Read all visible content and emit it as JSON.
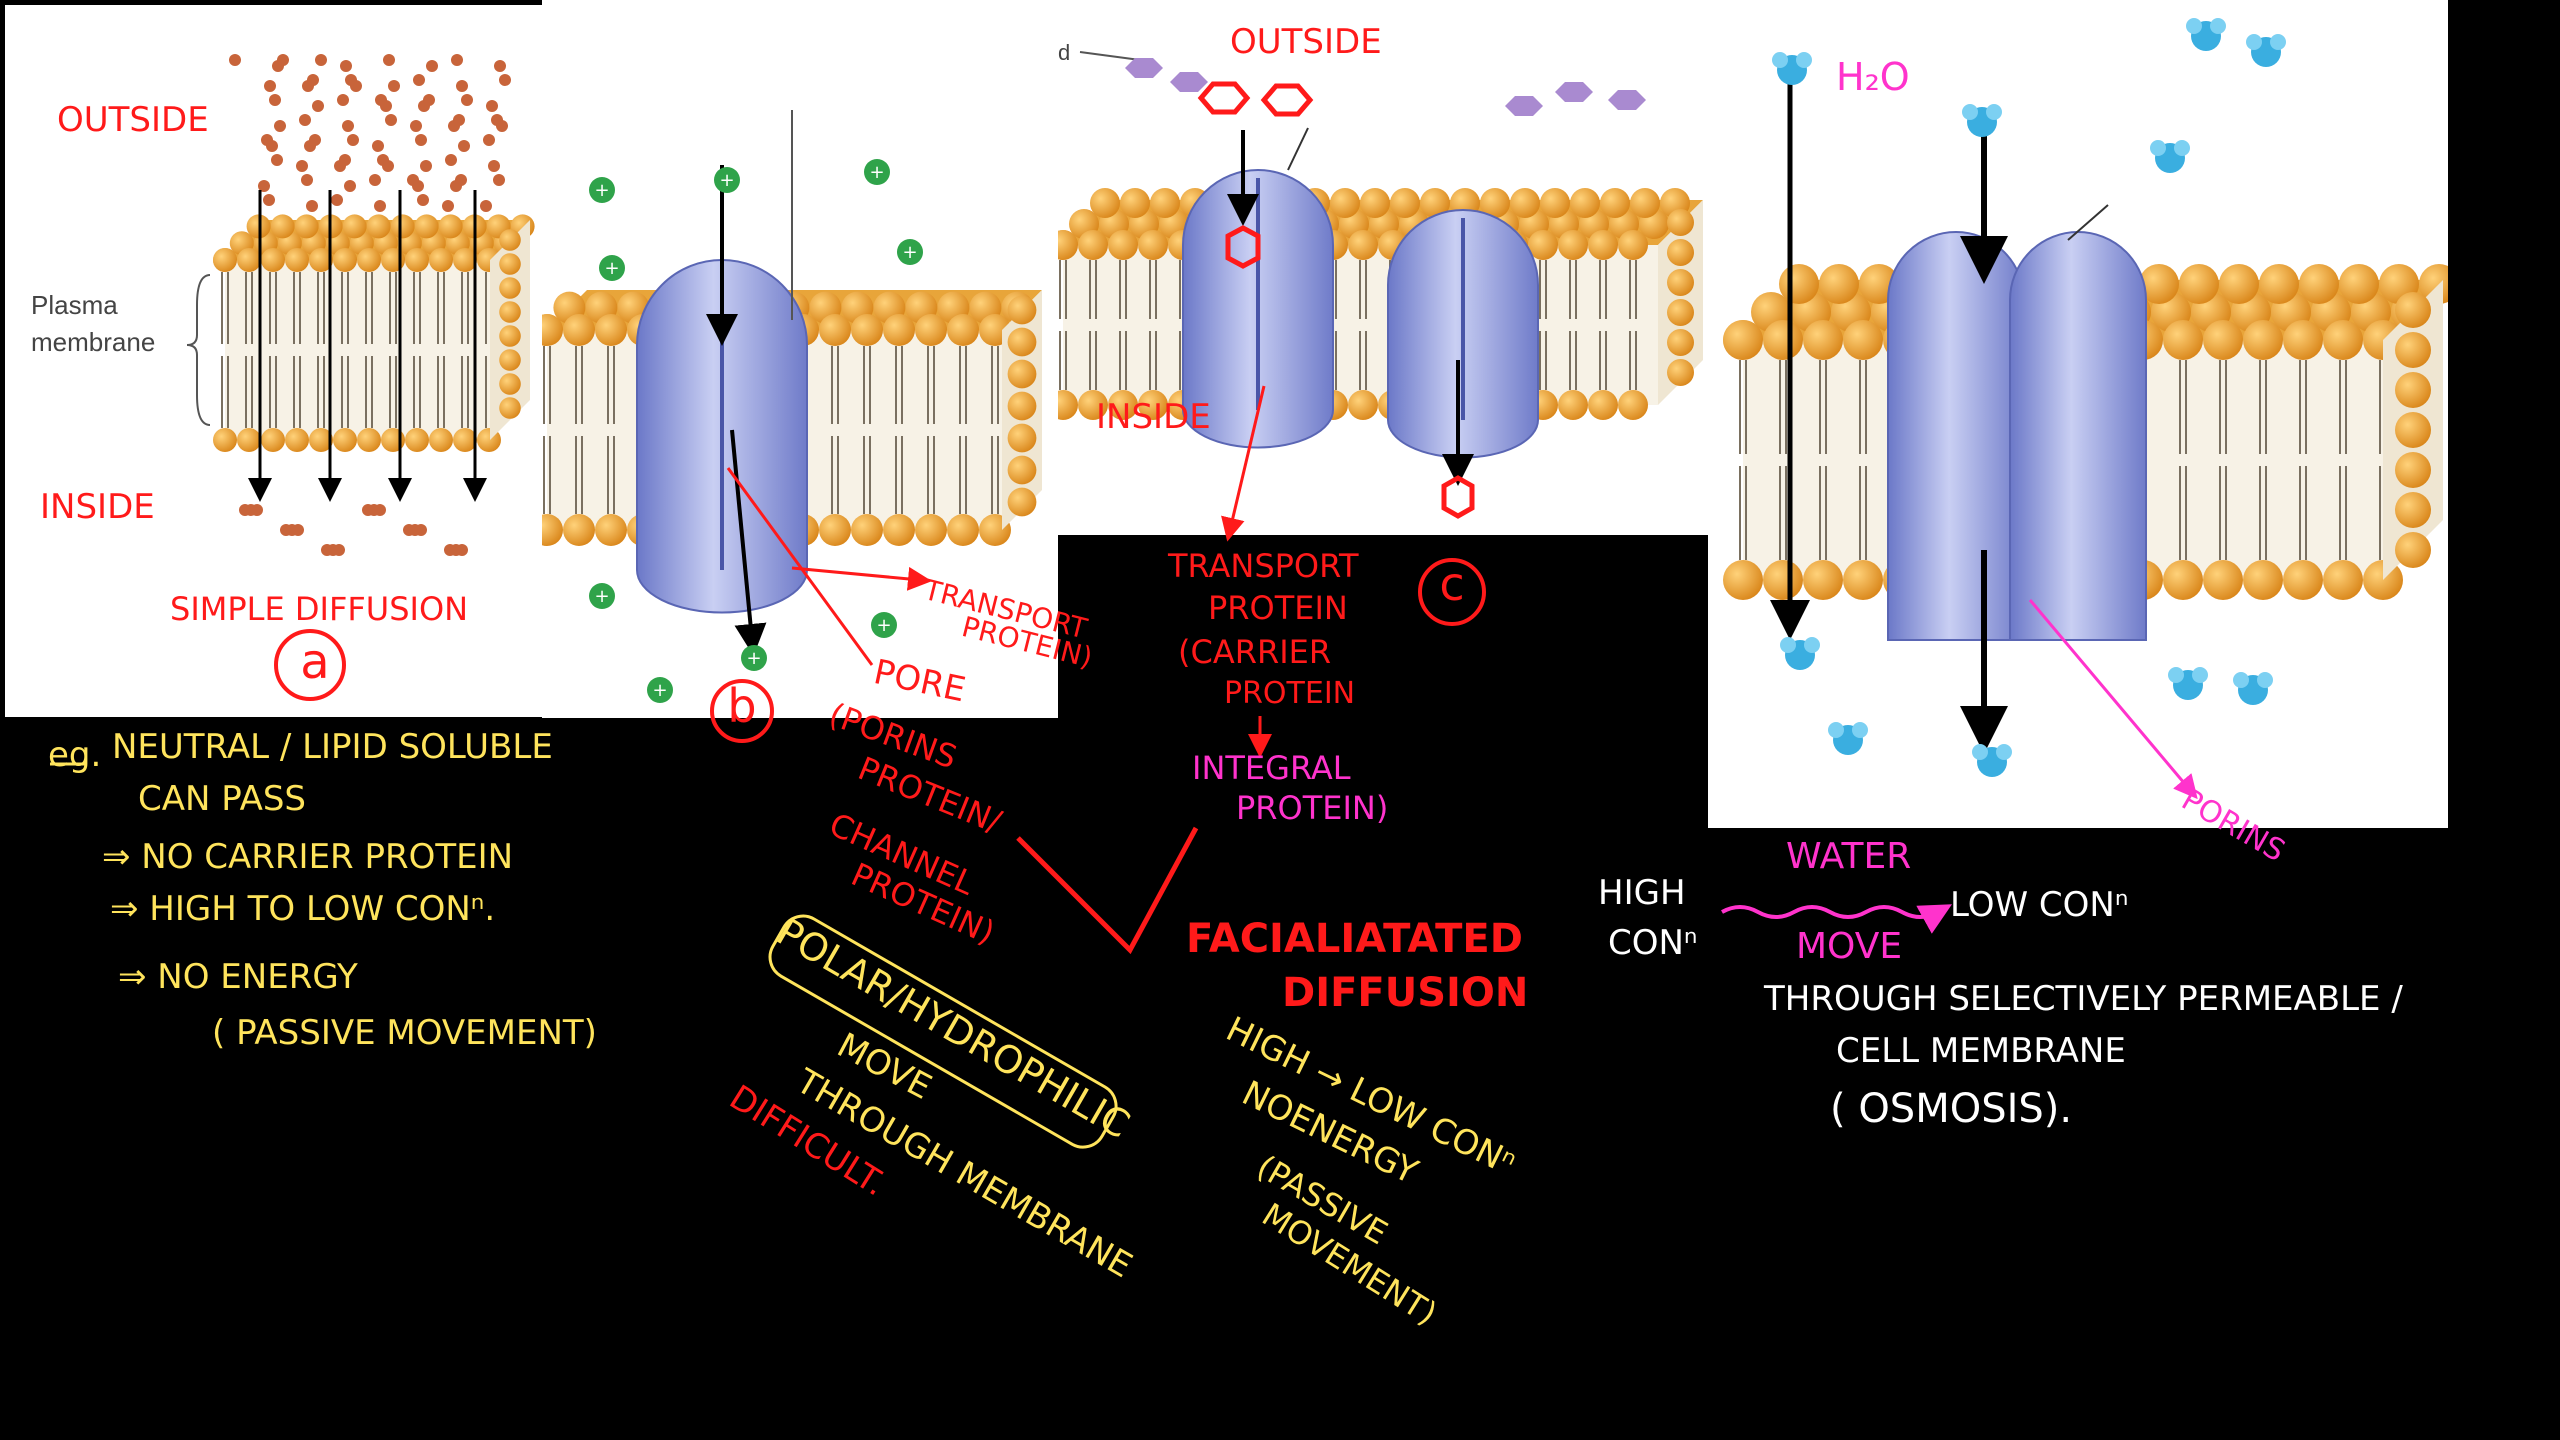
{
  "panel_a": {
    "outside": "OUTSIDE",
    "inside": "INSIDE",
    "plasma_line1": "Plasma",
    "plasma_line2": "membrane",
    "title": "SIMPLE DIFFUSION",
    "letter": "a"
  },
  "panel_b": {
    "letter": "b",
    "transport_line1": "TRANSPORT",
    "transport_line2": "PROTEIN)",
    "pore": "PORE",
    "porins_lines": [
      "(PORINS",
      "PROTEIN/",
      "CHANNEL",
      "PROTEIN)"
    ],
    "polar": "POLAR/HYDROPHILIC",
    "move": "MOVE",
    "through": "THROUGH MEMBRANE",
    "difficult": "DIFFICULT."
  },
  "panel_c": {
    "d_label": "d",
    "outside": "OUTSIDE",
    "inside": "INSIDE",
    "letter": "c",
    "transport_lines": [
      "TRANSPORT",
      "PROTEIN",
      "(CARRIER",
      "PROTEIN"
    ],
    "integral_lines": [
      "INTEGRAL",
      "PROTEIN)"
    ],
    "facilitated_line1": "FACIALIATATED",
    "facilitated_line2": "DIFFUSION",
    "high_low": "HIGH → LOW CONⁿ",
    "no_energy": "NOENERGY",
    "passive_lines": [
      "(PASSIVE",
      "MOVEMENT)"
    ]
  },
  "panel_d": {
    "h2o": "H₂O",
    "porins": "PORINS",
    "water": "WATER",
    "move": "MOVE",
    "high": "HIGH",
    "con": "CONⁿ",
    "low_con": "LOW CONⁿ",
    "through_line": "THROUGH SELECTIVELY PERMEABLE /",
    "cell_membrane": "CELL MEMBRANE",
    "osmosis": "( OSMOSIS)."
  },
  "notes_a": {
    "eg": "eg.",
    "line1": "NEUTRAL / LIPID SOLUBLE",
    "line2": "CAN PASS",
    "line3": "⇒ NO CARRIER PROTEIN",
    "line4": "⇒ HIGH TO LOW CONⁿ.",
    "line5": "⇒ NO ENERGY",
    "line6": "( PASSIVE MOVEMENT)"
  },
  "colors": {
    "lipid_head": "#f0a830",
    "protein": "#8a96dc",
    "annotation_red": "#ff1a1a",
    "annotation_yellow": "#ffe45c",
    "annotation_pink": "#ff33cc",
    "molecule_green": "#2fa34a",
    "molecule_orange": "#c8643a",
    "water_blue": "#3aaee0",
    "glucose_purple": "#a98ad0"
  }
}
